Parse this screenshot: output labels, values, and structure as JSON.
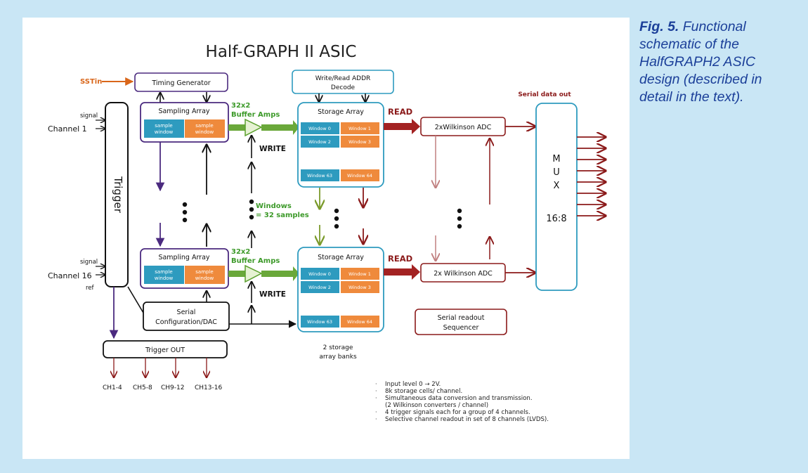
{
  "caption": {
    "fig_label": "Fig. 5.",
    "text": "Functional schematic of the HalfGRAPH2 ASIC design (described in detail in the text)."
  },
  "diagram": {
    "title": "Half-GRAPH II ASIC",
    "sstin": "SSTin",
    "timing_generator": "Timing Generator",
    "addr_decode_line1": "Write/Read ADDR",
    "addr_decode_line2": "Decode",
    "serial_data_out": "Serial data out",
    "signal": "signal",
    "channel_1": "Channel 1",
    "channel_16": "Channel 16",
    "ref": "ref",
    "trigger": "Trigger",
    "sampling_array": "Sampling Array",
    "sample_window_line1": "sample",
    "sample_window_line2": "window",
    "buffer_amps_line1": "32x2",
    "buffer_amps_line2": "Buffer Amps",
    "write": "WRITE",
    "read": "READ",
    "storage_array": "Storage Array",
    "windows": [
      "Window 0",
      "Window 1",
      "Window 2",
      "Window 3",
      "Window 63",
      "Window 64"
    ],
    "windows_note_line1": "Windows",
    "windows_note_line2": "= 32 samples",
    "adc_top": "2xWilkinson ADC",
    "adc_bottom": "2x Wilkinson ADC",
    "mux_letters": [
      "M",
      "U",
      "X"
    ],
    "mux_ratio": "16:8",
    "serial_config_line1": "Serial",
    "serial_config_line2": "Configuration/DAC",
    "trigger_out": "Trigger OUT",
    "trigger_channels": [
      "CH1-4",
      "CH5-8",
      "CH9-12",
      "CH13-16"
    ],
    "storage_banks_line1": "2 storage",
    "storage_banks_line2": "array banks",
    "readout_seq_line1": "Serial readout",
    "readout_seq_line2": "Sequencer",
    "notes": [
      "Input level 0 → 2V.",
      "8k storage cells/ channel.",
      "Simultaneous  data conversion and transmission.",
      "(2 Wilkinson converters / channel)",
      "4 trigger signals each for a group of 4 channels.",
      "Selective channel readout in set of 8 channels (LVDS)."
    ],
    "colors": {
      "purple": "#4b2a7f",
      "dark_red": "#8b1a1a",
      "teal": "#2e9bbf",
      "orange": "#ef8a3c",
      "green": "#5aa02c",
      "olive": "#7a9a2a",
      "caption_blue": "#1b3f99",
      "page_bg": "#c9e6f5"
    }
  }
}
